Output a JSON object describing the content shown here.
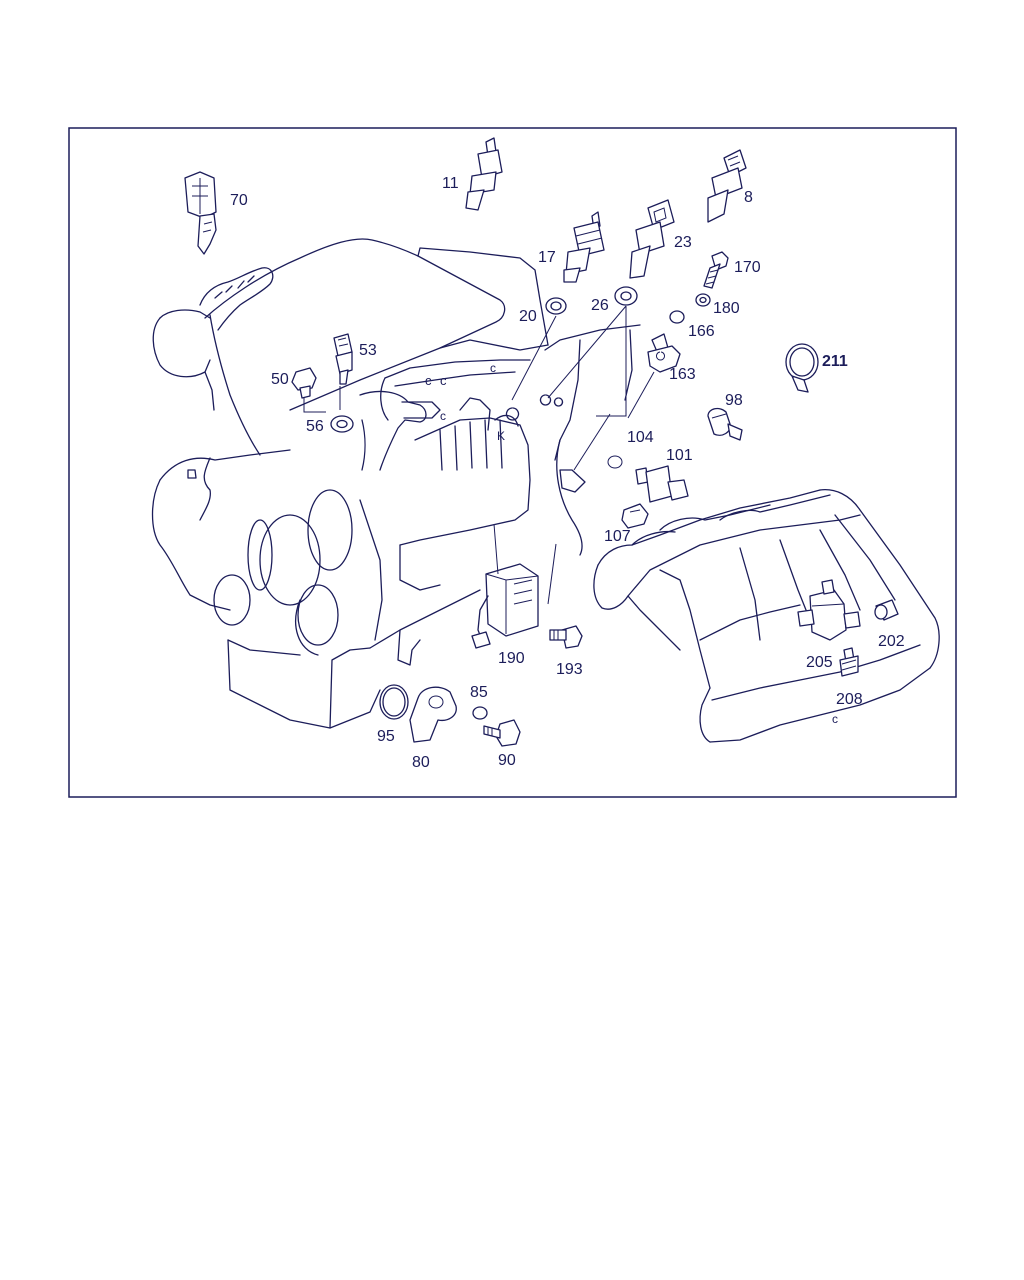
{
  "diagram": {
    "stroke_color": "#1c1d5a",
    "background": "#ffffff",
    "callouts": [
      {
        "id": "70",
        "text": "70"
      },
      {
        "id": "11",
        "text": "11"
      },
      {
        "id": "8",
        "text": "8"
      },
      {
        "id": "17",
        "text": "17"
      },
      {
        "id": "23",
        "text": "23"
      },
      {
        "id": "170",
        "text": "170"
      },
      {
        "id": "20",
        "text": "20"
      },
      {
        "id": "26",
        "text": "26"
      },
      {
        "id": "180",
        "text": "180"
      },
      {
        "id": "166",
        "text": "166"
      },
      {
        "id": "53",
        "text": "53"
      },
      {
        "id": "211",
        "text": "211"
      },
      {
        "id": "50",
        "text": "50"
      },
      {
        "id": "163",
        "text": "163"
      },
      {
        "id": "98",
        "text": "98"
      },
      {
        "id": "56",
        "text": "56"
      },
      {
        "id": "104",
        "text": "104"
      },
      {
        "id": "101",
        "text": "101"
      },
      {
        "id": "107",
        "text": "107"
      },
      {
        "id": "202",
        "text": "202"
      },
      {
        "id": "190",
        "text": "190"
      },
      {
        "id": "193",
        "text": "193"
      },
      {
        "id": "205",
        "text": "205"
      },
      {
        "id": "85",
        "text": "85"
      },
      {
        "id": "208",
        "text": "208"
      },
      {
        "id": "95",
        "text": "95"
      },
      {
        "id": "80",
        "text": "80"
      },
      {
        "id": "90",
        "text": "90"
      }
    ]
  }
}
